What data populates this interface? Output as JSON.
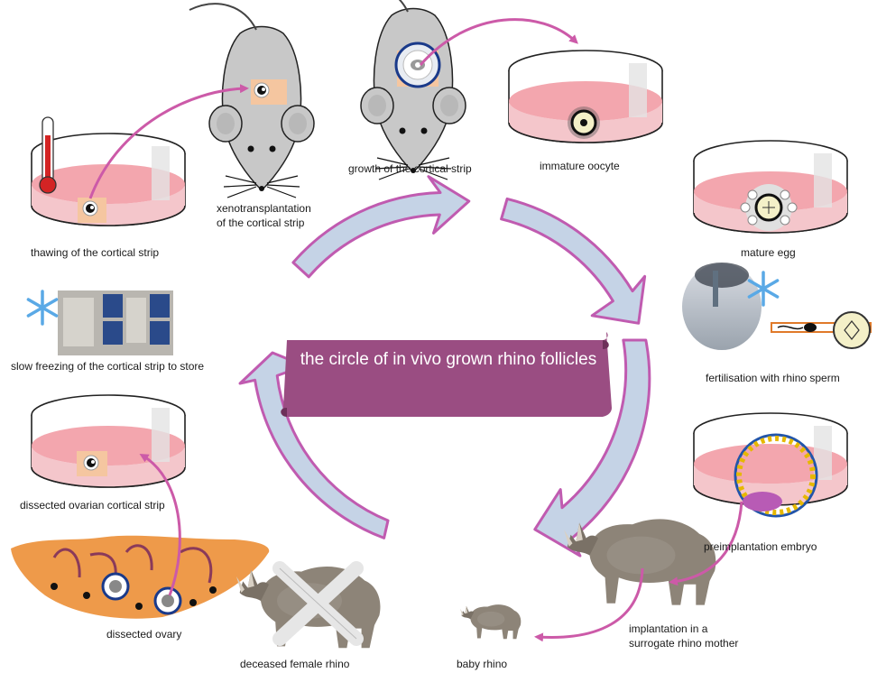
{
  "center_title": "the circle of in vivo grown rhino follicles",
  "labels": {
    "thawing": "thawing of the cortical strip",
    "xeno_line1": "xenotransplantation",
    "xeno_line2": "of the cortical strip",
    "growth": "growth of the cortical strip",
    "immature": "immature oocyte",
    "mature": "mature egg",
    "fertilisation": "fertilisation with rhino sperm",
    "preimplantation": "preimplantation embryo",
    "implant_line1": "implantation in a",
    "implant_line2": "surrogate rhino mother",
    "baby": "baby rhino",
    "deceased": "deceased female rhino",
    "dissected_ovary": "dissected ovary",
    "dissected_strip": "dissected ovarian cortical strip",
    "slow_freezing": "slow freezing of the cortical strip to store"
  },
  "colors": {
    "cycle_arrow_fill": "#c5d3e6",
    "cycle_arrow_stroke": "#c05bb0",
    "pointer_arrow": "#cc5aa8",
    "banner": "#9a4d82",
    "medium": "#f0a7ad",
    "ovary": "#ee9a4a"
  },
  "icons": [
    "thermometer-icon",
    "snowflake-icon",
    "mouse-icon",
    "petri-dish-icon",
    "oocyte-icon",
    "embryo-icon",
    "rhino-icon",
    "crossed-bones-icon",
    "sperm-icon"
  ]
}
